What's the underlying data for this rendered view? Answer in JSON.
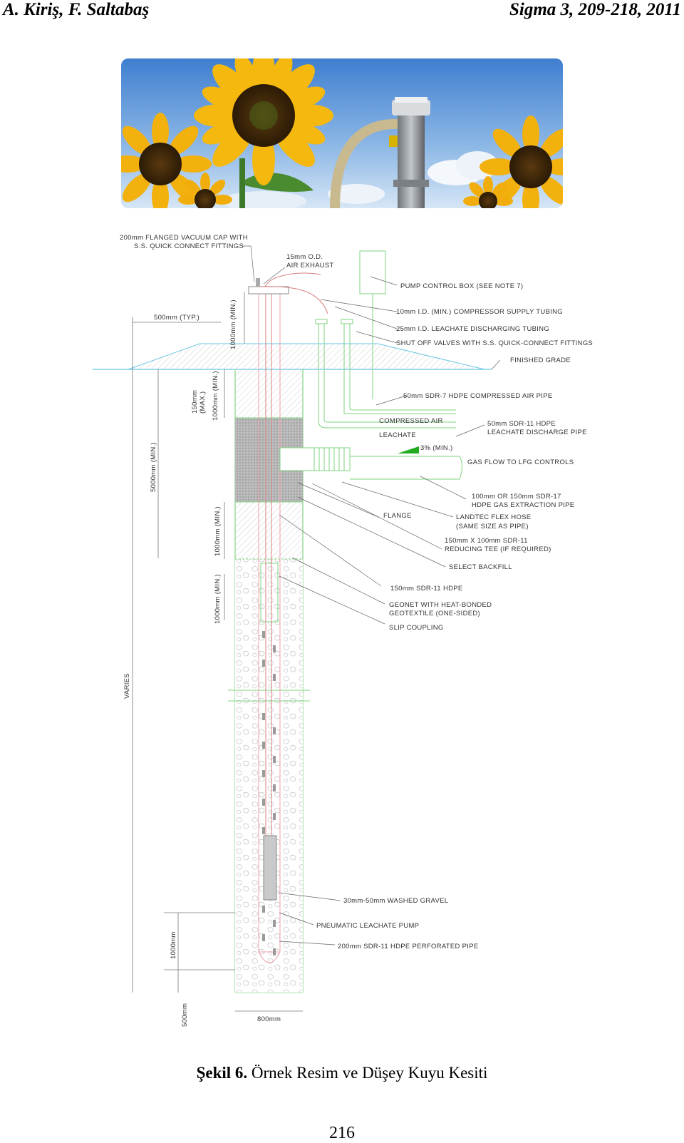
{
  "header": {
    "authors": "A. Kiriş, F. Saltabaş",
    "journal": "Sigma 3, 209-218, 2011"
  },
  "figure": {
    "caption_label": "Şekil 6.",
    "caption_text": " Örnek Resim ve Düşey Kuyu Kesiti",
    "labels": {
      "cap": "200mm FLANGED VACUUM CAP WITH",
      "cap2": "S.S. QUICK CONNECT FITTINGS",
      "exhaust1": "15mm O.D.",
      "exhaust2": "AIR EXHAUST",
      "pump_box": "PUMP CONTROL BOX (SEE NOTE 7)",
      "compressor": "10mm I.D. (MIN.) COMPRESSOR SUPPLY TUBING",
      "leachate_tubing": "25mm I.D. LEACHATE DISCHARGING TUBING",
      "valves": "SHUT OFF VALVES WITH S.S. QUICK-CONNECT FITTINGS",
      "grade": "FINISHED GRADE",
      "air_pipe": "50mm SDR-7 HDPE COMPRESSED AIR PIPE",
      "compressed_air": "COMPRESSED AIR",
      "leachate": "LEACHATE",
      "discharge1": "50mm SDR-11 HDPE",
      "discharge2": "LEACHATE DISCHARGE PIPE",
      "slope": "3% (MIN.)",
      "gas_flow": "GAS FLOW TO LFG CONTROLS",
      "extraction1": "100mm OR 150mm SDR-17",
      "extraction2": "HDPE GAS EXTRACTION PIPE",
      "flange": "FLANGE",
      "flex1": "LANDTEC FLEX HOSE",
      "flex2": "(SAME SIZE AS PIPE)",
      "tee1": "150mm X 100mm SDR-11",
      "tee2": "REDUCING TEE (IF REQUIRED)",
      "backfill": "SELECT BACKFILL",
      "hdpe150": "150mm SDR-11 HDPE",
      "geonet1": "GEONET WITH HEAT-BONDED",
      "geonet2": "GEOTEXTILE (ONE-SIDED)",
      "coupling": "SLIP COUPLING",
      "gravel": "30mm-50mm WASHED GRAVEL",
      "pump": "PNEUMATIC LEACHATE PUMP",
      "perforated": "200mm SDR-11 HDPE PERFORATED PIPE",
      "dim_500typ": "500mm (TYP.)",
      "dim_1000min_a": "1000mm (MIN.)",
      "dim_150max": "150mm",
      "dim_150max2": "(MAX.)",
      "dim_1000min_b": "1000mm (MIN.)",
      "dim_5000min": "5000mm (MIN.)",
      "dim_1000min_c": "1000mm (MIN.)",
      "dim_1000min_d": "1000mm (MIN.)",
      "dim_varies": "VARIES",
      "dim_1000": "1000mm",
      "dim_500": "500mm",
      "dim_800": "800mm"
    }
  },
  "page_number": "216"
}
